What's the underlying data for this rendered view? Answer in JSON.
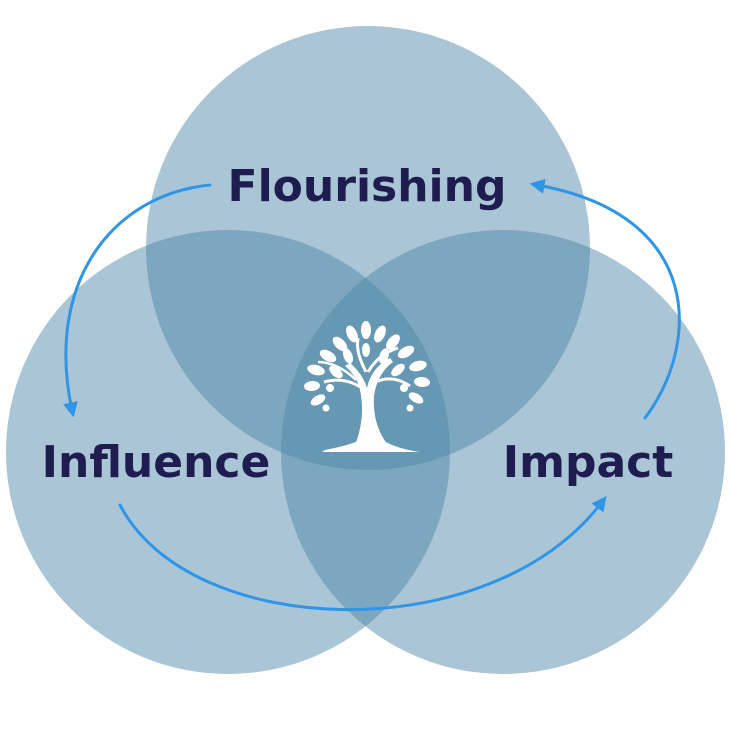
{
  "diagram": {
    "labels": {
      "top": "Flourishing",
      "left": "Influence",
      "right": "Impact"
    },
    "center_icon": "tree-icon",
    "colors": {
      "circle_fill": "#4d86a8",
      "text": "#1f1d4f",
      "arrow": "#2f95e6",
      "icon": "#ffffff",
      "background": "#ffffff"
    }
  }
}
